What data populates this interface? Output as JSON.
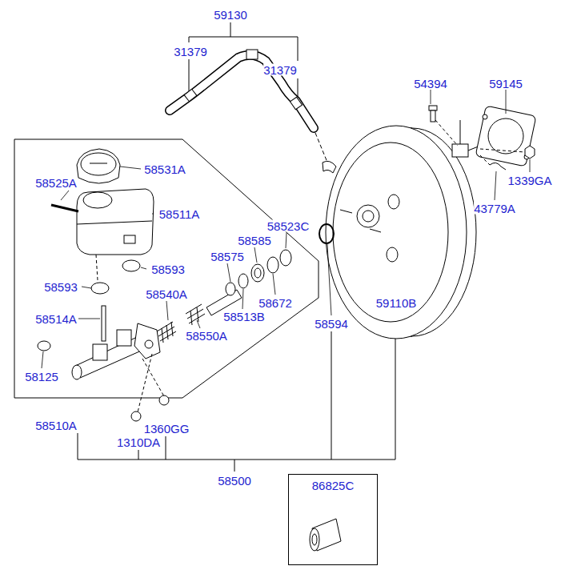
{
  "diagram": {
    "nodes": [
      {
        "text": [
          "86825C"
        ]
      }
    ],
    "labels": [
      "59130",
      "31379",
      "31379",
      "54394",
      "59145",
      "58531A",
      "58525A",
      "1339GA",
      "43779A",
      "58511A",
      "58523C",
      "58585",
      "58593",
      "58575",
      "58593",
      "58672",
      "59110B",
      "58540A",
      "58513B",
      "58514A",
      "58594",
      "58550A",
      "58125",
      "58510A",
      "1360GG",
      "1310DA",
      "58500"
    ]
  }
}
